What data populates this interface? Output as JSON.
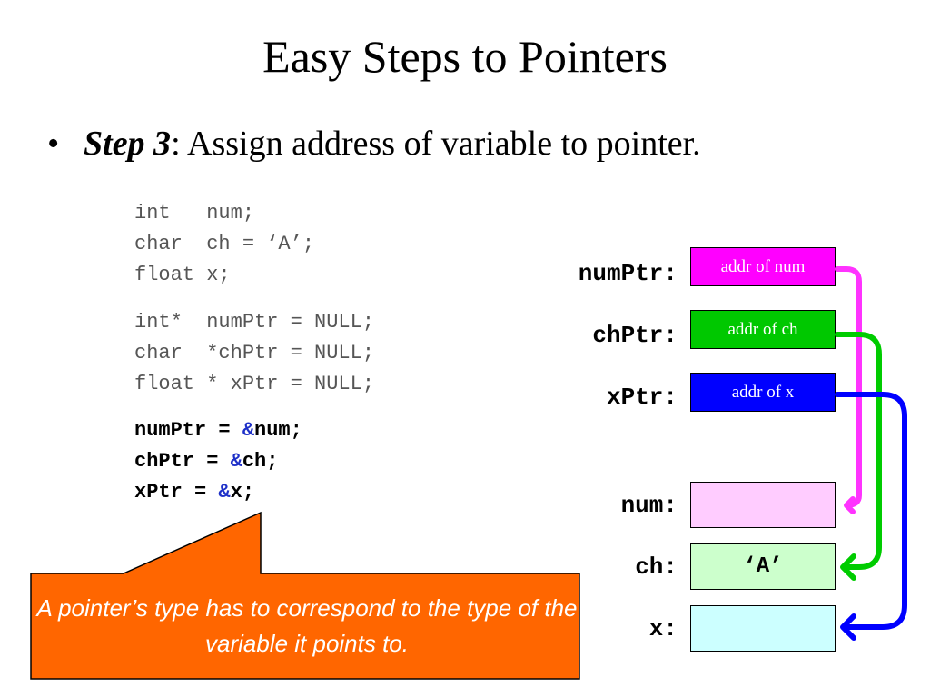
{
  "title": "Easy Steps to Pointers",
  "bullet": {
    "dot": "•",
    "step_label": "Step 3",
    "separator": ":",
    "text": " Assign address of variable to pointer."
  },
  "declarations": {
    "variables": [
      "int   num;",
      "char  ch = ‘A’;",
      "float x;"
    ],
    "pointers": [
      "int*  numPtr = NULL;",
      "char  *chPtr = NULL;",
      "float * xPtr = NULL;"
    ]
  },
  "assignments": [
    {
      "lhs": "numPtr = ",
      "amp": "&",
      "rhs": "num;"
    },
    {
      "lhs": "chPtr = ",
      "amp": "&",
      "rhs": "ch;"
    },
    {
      "lhs": "xPtr = ",
      "amp": "&",
      "rhs": "x;"
    }
  ],
  "pointer_boxes": [
    {
      "label": "numPtr:",
      "value": "addr of num",
      "color": "#ff00ff"
    },
    {
      "label": "chPtr:",
      "value": "addr of ch",
      "color": "#00c800"
    },
    {
      "label": "xPtr:",
      "value": "addr of x",
      "color": "#0000ff"
    }
  ],
  "variable_boxes": [
    {
      "label": "num:",
      "value": "",
      "color": "#ffccff"
    },
    {
      "label": "ch:",
      "value": "‘A’",
      "color": "#ccffcc"
    },
    {
      "label": "x:",
      "value": "",
      "color": "#ccffff"
    }
  ],
  "arrow_colors": [
    "#ff33ff",
    "#00cc00",
    "#0000ff"
  ],
  "callout": {
    "text": "A pointer’s type has to correspond to the type of the variable it points to.",
    "color": "#ff6600"
  }
}
